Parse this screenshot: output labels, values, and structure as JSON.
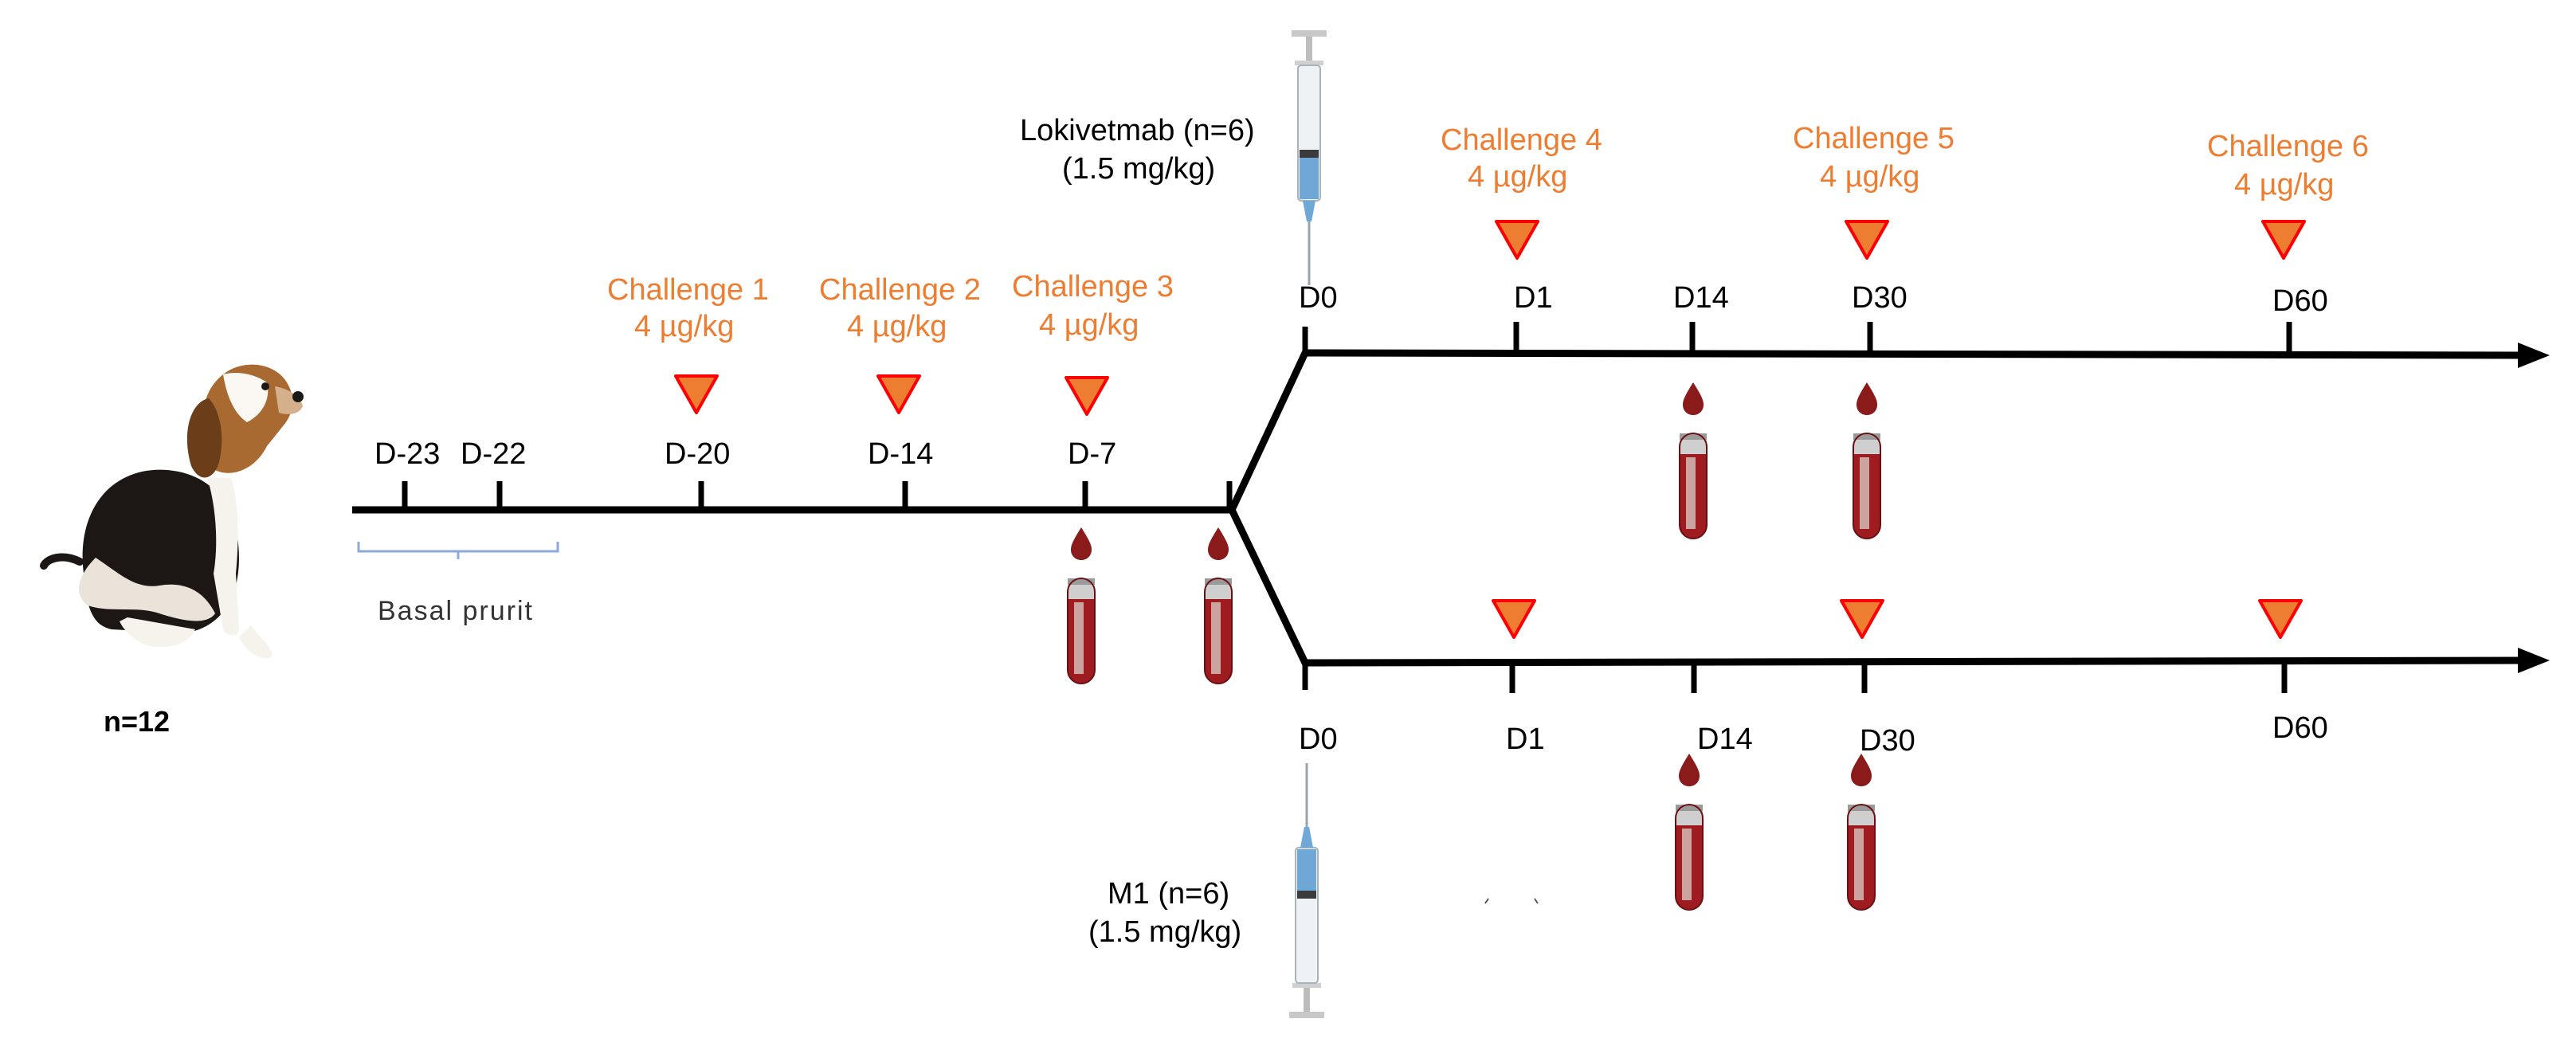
{
  "subject": {
    "count_label": "n=12",
    "image": "beagle-dog"
  },
  "basal": {
    "label": "Basal prurit"
  },
  "baseline_days": [
    "D-23",
    "D-22",
    "D-20",
    "D-14",
    "D-7"
  ],
  "challenges_pre": [
    {
      "title": "Challenge 1",
      "dose": "4 µg/kg"
    },
    {
      "title": "Challenge 2",
      "dose": "4 µg/kg"
    },
    {
      "title": "Challenge 3",
      "dose": "4 µg/kg"
    }
  ],
  "upper_arm": {
    "treatment": "Lokivetmab (n=6)",
    "treatment_dose": "(1.5 mg/kg)",
    "days": [
      "D0",
      "D1",
      "D14",
      "D30",
      "D60"
    ],
    "challenges": [
      {
        "title": "Challenge 4",
        "dose": "4 µg/kg"
      },
      {
        "title": "Challenge 5",
        "dose": "4 µg/kg"
      },
      {
        "title": "Challenge 6",
        "dose": "4 µg/kg"
      }
    ]
  },
  "lower_arm": {
    "treatment": "M1 (n=6)",
    "treatment_dose": "(1.5 mg/kg)",
    "days": [
      "D0",
      "D1",
      "D14",
      "D30",
      "D60"
    ]
  },
  "colors": {
    "challenge_text": "#ed7d31",
    "triangle_fill": "#ed7d31",
    "triangle_stroke": "#ff0000",
    "blood": "#8b1a1a",
    "line": "#000000",
    "bracket": "#8eaadb"
  },
  "icons": [
    "syringe-icon",
    "blood-tube-icon",
    "blood-drop-icon",
    "challenge-triangle-icon"
  ]
}
